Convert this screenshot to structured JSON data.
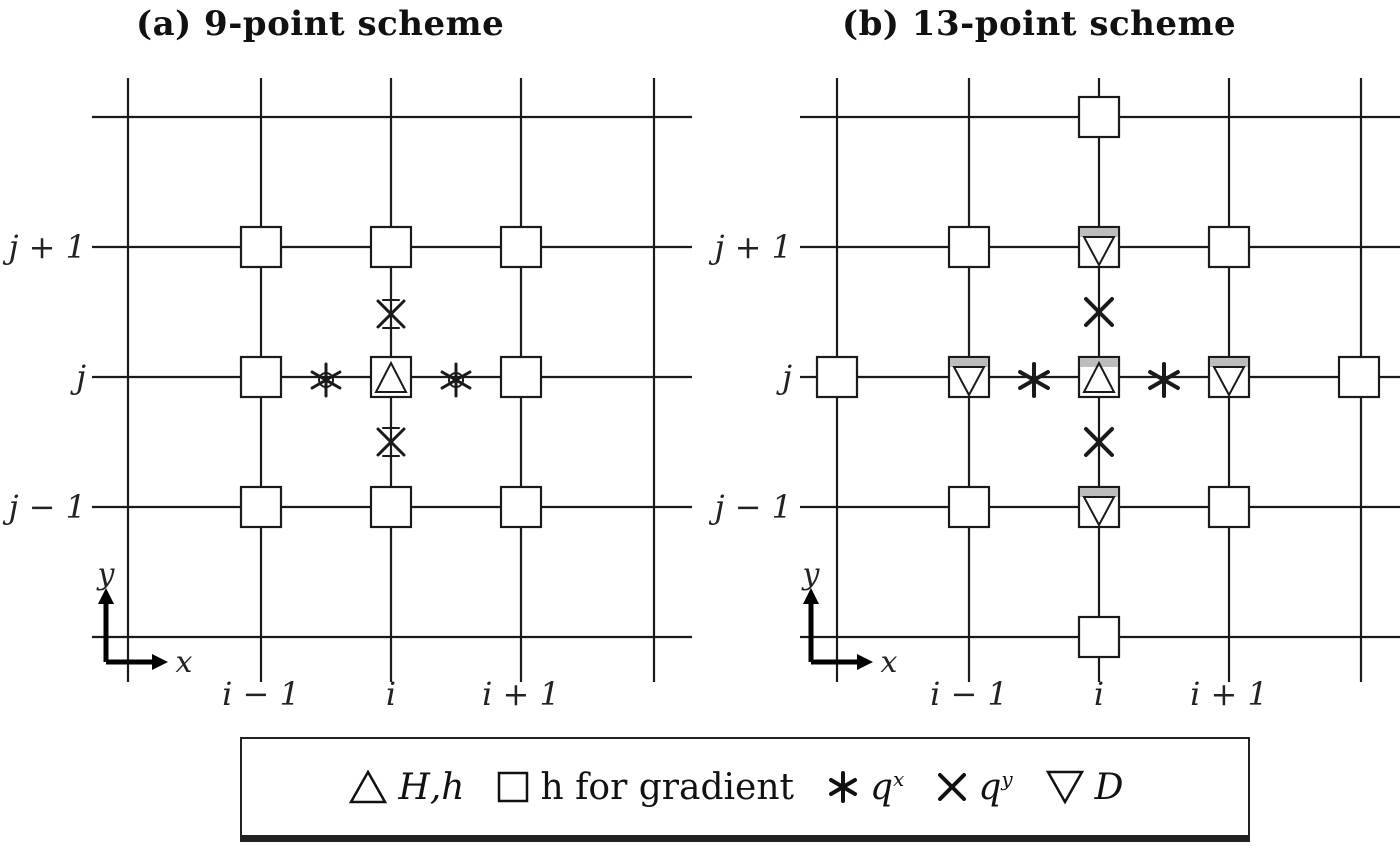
{
  "panels": [
    {
      "title": "(a) 9-point scheme",
      "x_labels": [
        "i − 1",
        "i",
        "i + 1"
      ],
      "y_labels": [
        "j + 1",
        "j",
        "j − 1"
      ],
      "axis_x": "x",
      "axis_y": "y"
    },
    {
      "title": "(b) 13-point scheme",
      "x_labels": [
        "i − 1",
        "i",
        "i + 1"
      ],
      "y_labels": [
        "j + 1",
        "j",
        "j − 1"
      ],
      "axis_x": "x",
      "axis_y": "y"
    }
  ],
  "legend": {
    "triangle_up": "H,h",
    "square": "h for gradient",
    "asterisk": "q",
    "asterisk_sup": "x",
    "cross": "q",
    "cross_sup": "y",
    "triangle_down": "D"
  },
  "colors": {
    "line": "#1a1a1a",
    "marker_shade": "#bdbdbd"
  }
}
